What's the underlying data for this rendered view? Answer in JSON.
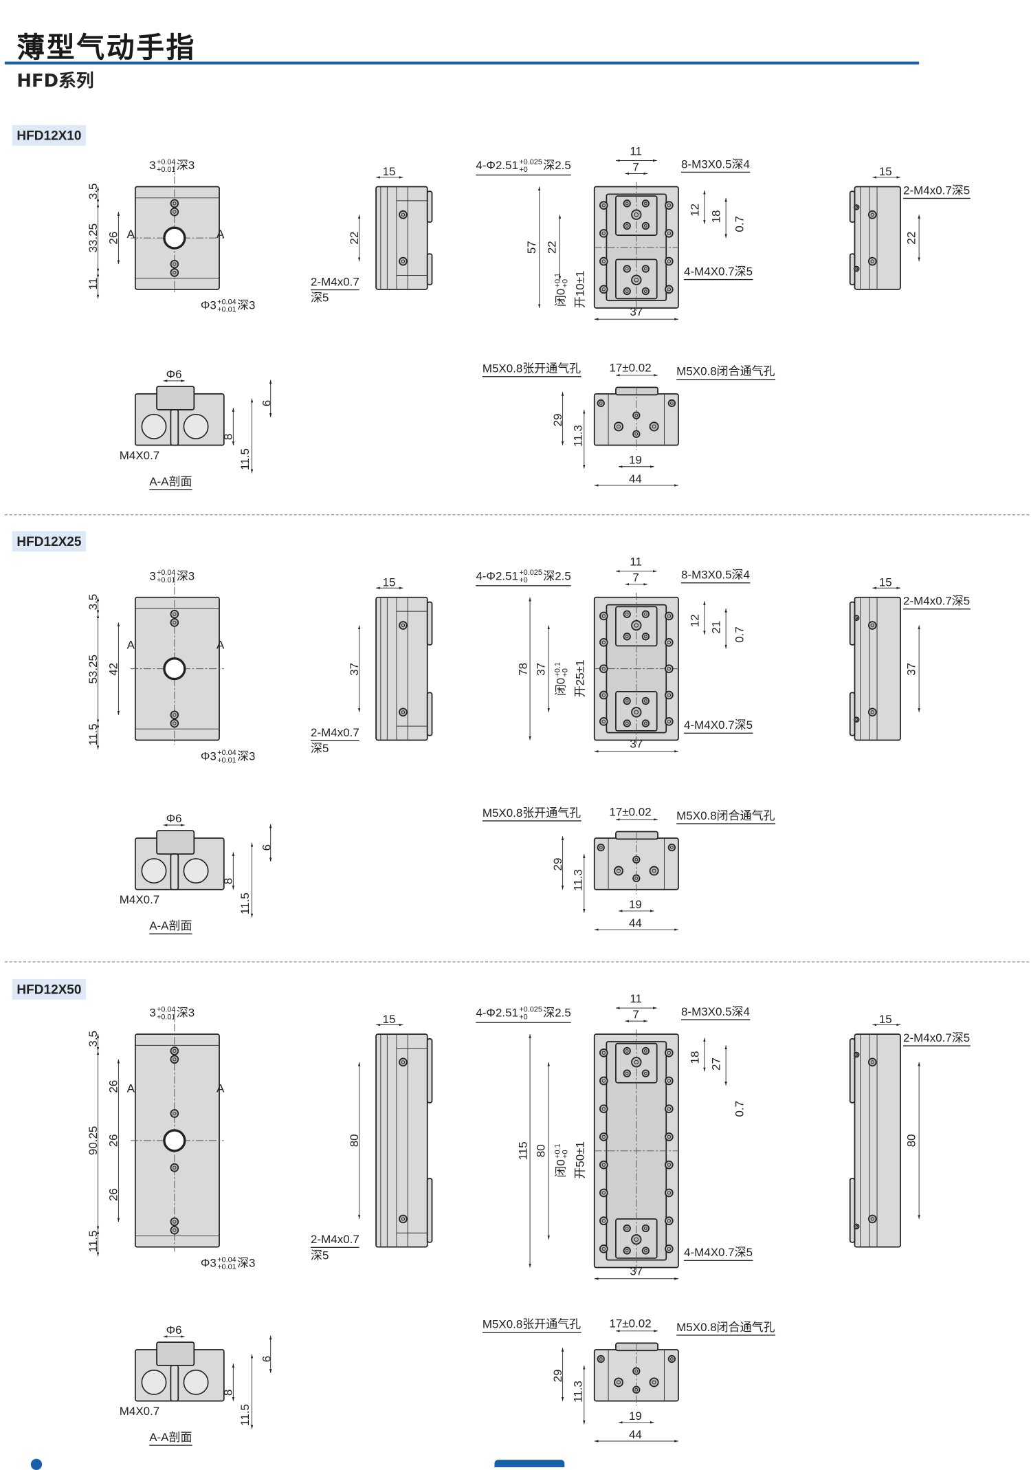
{
  "header": {
    "title": "薄型气动手指",
    "series": "HFD系列"
  },
  "colors": {
    "accent": "#1a5fab",
    "model_badge": "#dde9f6",
    "body_fill": "#d9d9d9"
  },
  "sections": [
    {
      "model": "HFD12X10",
      "front": {
        "pin": "3",
        "pin_up": "+0.04",
        "pin_low": "+0.01",
        "pin_depth": "深3",
        "d_top": "3.5",
        "d_total": "33.25",
        "d_bottom": "11",
        "pitch": [
          "26"
        ],
        "mark_a": "A",
        "hole": "Φ3",
        "hole_up": "+0.04",
        "hole_low": "+0.01",
        "hole_depth": "深3"
      },
      "side": {
        "width": "15",
        "pitch": "22",
        "thread": "2-M4x0.7",
        "depth": "深5"
      },
      "top": {
        "pin_holes": "4-Φ2.51",
        "pin_up": "+0.025",
        "pin_low": "+0",
        "pin_depth": "深2.5",
        "w11": "11",
        "w7": "7",
        "taps": "8-M3X0.5深4",
        "overall": "57",
        "inner": "22",
        "close": "闭0",
        "close_up": "+0.1",
        "close_low": "+0",
        "open": "开10±1",
        "d1": "12",
        "d2": "18",
        "d3": "0.7",
        "mount": "4-M4X0.7深5",
        "width": "37"
      },
      "right": {
        "width": "15",
        "thread": "2-M4x0.7深5",
        "pitch": "22"
      },
      "section_aa": {
        "bore": "Φ6",
        "d6": "6",
        "d8": "8",
        "d115": "11.5",
        "thread": "M4X0.7",
        "caption": "A-A剖面"
      },
      "back": {
        "open_port": "M5X0.8张开通气孔",
        "pitch": "17±0.02",
        "close_port": "M5X0.8闭合通气孔",
        "height": "29",
        "port_h": "11.3",
        "port_pitch": "19",
        "width": "44"
      }
    },
    {
      "model": "HFD12X25",
      "front": {
        "pin": "3",
        "pin_up": "+0.04",
        "pin_low": "+0.01",
        "pin_depth": "深3",
        "d_top": "3.5",
        "d_total": "53.25",
        "d_bottom": "11.5",
        "pitch": [
          "42"
        ],
        "mark_a": "A",
        "hole": "Φ3",
        "hole_up": "+0.04",
        "hole_low": "+0.01",
        "hole_depth": "深3"
      },
      "side": {
        "width": "15",
        "pitch": "37",
        "thread": "2-M4x0.7",
        "depth": "深5"
      },
      "top": {
        "pin_holes": "4-Φ2.51",
        "pin_up": "+0.025",
        "pin_low": "+0",
        "pin_depth": "深2.5",
        "w11": "11",
        "w7": "7",
        "taps": "8-M3X0.5深4",
        "overall": "78",
        "inner": "37",
        "close": "闭0",
        "close_up": "+0.1",
        "close_low": "+0",
        "open": "开25±1",
        "d1": "12",
        "d2": "21",
        "d3": "0.7",
        "mount": "4-M4X0.7深5",
        "width": "37"
      },
      "right": {
        "width": "15",
        "thread": "2-M4x0.7深5",
        "pitch": "37"
      },
      "section_aa": {
        "bore": "Φ6",
        "d6": "6",
        "d8": "8",
        "d115": "11.5",
        "thread": "M4X0.7",
        "caption": "A-A剖面"
      },
      "back": {
        "open_port": "M5X0.8张开通气孔",
        "pitch": "17±0.02",
        "close_port": "M5X0.8闭合通气孔",
        "height": "29",
        "port_h": "11.3",
        "port_pitch": "19",
        "width": "44"
      }
    },
    {
      "model": "HFD12X50",
      "front": {
        "pin": "3",
        "pin_up": "+0.04",
        "pin_low": "+0.01",
        "pin_depth": "深3",
        "d_top": "3.5",
        "d_total": "90.25",
        "d_bottom": "11.5",
        "pitch": [
          "26",
          "26",
          "26"
        ],
        "mark_a": "A",
        "hole": "Φ3",
        "hole_up": "+0.04",
        "hole_low": "+0.01",
        "hole_depth": "深3"
      },
      "side": {
        "width": "15",
        "pitch": "80",
        "thread": "2-M4x0.7",
        "depth": "深5"
      },
      "top": {
        "pin_holes": "4-Φ2.51",
        "pin_up": "+0.025",
        "pin_low": "+0",
        "pin_depth": "深2.5",
        "w11": "11",
        "w7": "7",
        "taps": "8-M3X0.5深4",
        "overall": "115",
        "inner": "80",
        "close": "闭0",
        "close_up": "+0.1",
        "close_low": "+0",
        "open": "开50±1",
        "d1": "18",
        "d2": "27",
        "d3": "0.7",
        "mount": "4-M4X0.7深5",
        "width": "37"
      },
      "right": {
        "width": "15",
        "thread": "2-M4x0.7深5",
        "pitch": "80"
      },
      "section_aa": {
        "bore": "Φ6",
        "d6": "6",
        "d8": "8",
        "d115": "11.5",
        "thread": "M4X0.7",
        "caption": "A-A剖面"
      },
      "back": {
        "open_port": "M5X0.8张开通气孔",
        "pitch": "17±0.02",
        "close_port": "M5X0.8闭合通气孔",
        "height": "29",
        "port_h": "11.3",
        "port_pitch": "19",
        "width": "44"
      }
    }
  ]
}
